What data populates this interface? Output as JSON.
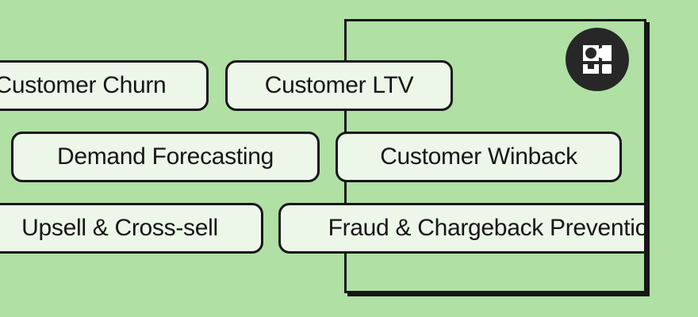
{
  "palette": {
    "background": "#b0e0a4",
    "pill_fill": "#ecf6e9",
    "line": "#161616",
    "badge_bg": "#272727",
    "badge_glyph": "#ffffff"
  },
  "icons": {
    "logo": "abstract-grid-monogram-icon"
  },
  "pills": [
    {
      "label": "Customer Churn"
    },
    {
      "label": "Customer LTV"
    },
    {
      "label": "Demand Forecasting"
    },
    {
      "label": "Customer Winback"
    },
    {
      "label": "Upsell & Cross-sell"
    },
    {
      "label": "Fraud & Chargeback Prevention"
    }
  ]
}
